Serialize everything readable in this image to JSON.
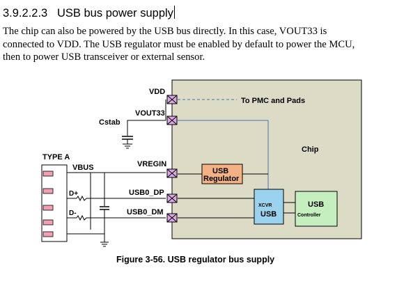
{
  "section": {
    "number": "3.9.2.2.3",
    "title": "USB bus power supply"
  },
  "paragraph": {
    "lines": [
      "The chip can also be powered by the USB bus directly. In this case, VOUT33 is",
      "connected to VDD. The USB regulator must be enabled by default to power the MCU,",
      "then to power USB transceiver or external sensor."
    ]
  },
  "figure": {
    "labels": {
      "vdd": "VDD",
      "to_pmc": "To PMC and Pads",
      "vout33": "VOUT33",
      "cstab": "Cstab",
      "chip": "Chip",
      "type_a": "TYPE A",
      "vbus": "VBUS",
      "vregin": "VREGIN",
      "usb_reg_line1": "USB",
      "usb_reg_line2": "Regulator",
      "d_plus": "D+",
      "usb0_dp": "USB0_DP",
      "d_minus": "D-",
      "usb0_dm": "USB0_DM",
      "xcvr": "XCVR",
      "xcvr_usb": "USB",
      "controller_usb": "USB",
      "controller": "Controller"
    },
    "caption": "Figure 3-56. USB regulator bus supply",
    "colors": {
      "chip_fill": "#dcdcc6",
      "regulator_fill": "#f4b183",
      "xcvr_fill": "#9bd3ef",
      "controller_fill": "#c6efbf",
      "pad_fill": "#f4a0b4",
      "pin_fill": "#d9a8e2",
      "dash_line": "#4a6fb0"
    }
  }
}
